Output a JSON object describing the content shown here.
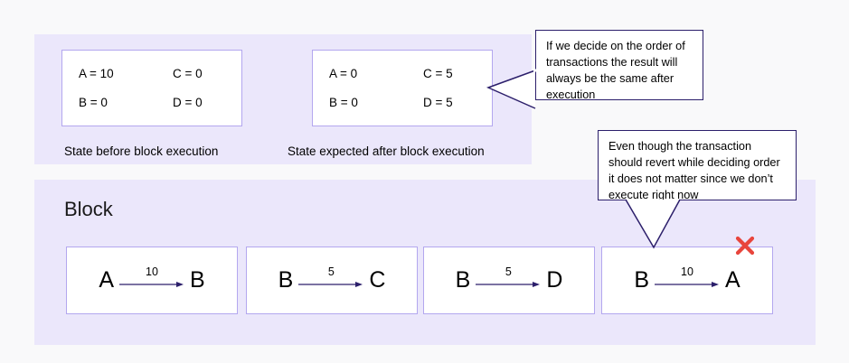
{
  "diagram": {
    "title_block": "Block",
    "state_panel": {
      "before": {
        "caption": "State before block execution",
        "cells": [
          "A = 10",
          "C = 0",
          "B = 0",
          "D = 0"
        ]
      },
      "after": {
        "caption": "State expected after block execution",
        "cells": [
          "A = 0",
          "C = 5",
          "B = 0",
          "D = 5"
        ]
      }
    },
    "transactions": [
      {
        "from": "A",
        "amount": "10",
        "to": "B",
        "reverts": false
      },
      {
        "from": "B",
        "amount": "5",
        "to": "C",
        "reverts": false
      },
      {
        "from": "B",
        "amount": "5",
        "to": "D",
        "reverts": false
      },
      {
        "from": "B",
        "amount": "10",
        "to": "A",
        "reverts": true
      }
    ],
    "callouts": [
      {
        "id": "order",
        "text": "If we decide on the order of transactions the result will always be the same after execution"
      },
      {
        "id": "revert",
        "text": "Even though the transaction should revert while deciding order it does not matter since we don’t execute right now"
      }
    ],
    "colors": {
      "panel_fill": "#ebe7fb",
      "box_border": "#b3a7ef",
      "callout_border": "#2c1f6b",
      "arrow": "#2c1f6b",
      "revert_mark": "#e8453c",
      "background": "#f9f9fa"
    },
    "revert_mark_glyph": "x-mark"
  }
}
